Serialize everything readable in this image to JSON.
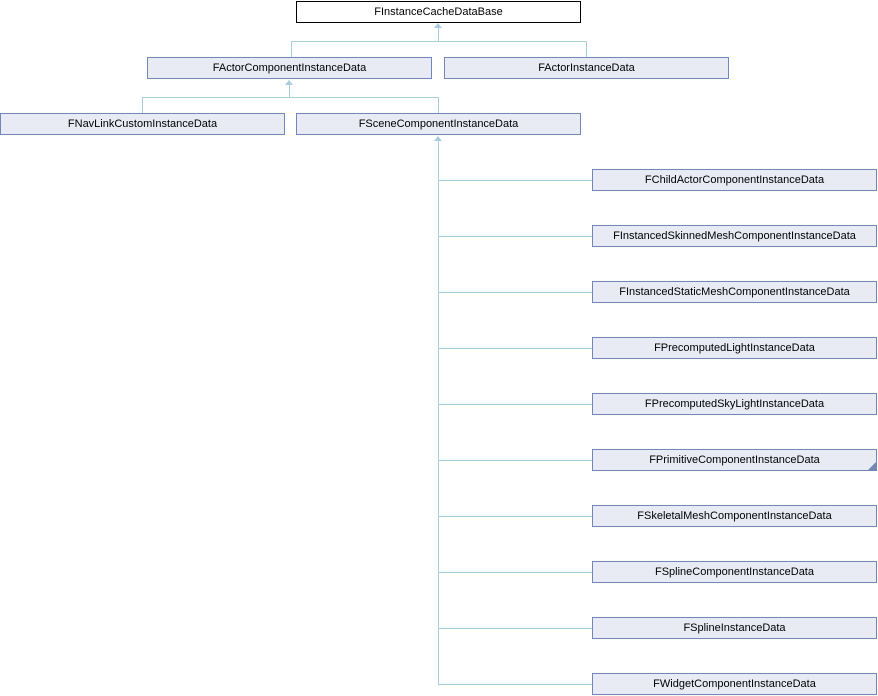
{
  "diagram": {
    "kind": "class-inheritance-graph",
    "root_class": "FInstanceCacheDataBase",
    "colors": {
      "background": "#ffffff",
      "root_node_fill": "#ffffff",
      "root_node_border": "#000000",
      "node_fill": "#e8ebf4",
      "node_border": "#7289b8",
      "edge_line": "#a9cddc",
      "text": "#000000"
    },
    "nodes": [
      {
        "label": "FInstanceCacheDataBase",
        "role": "root"
      },
      {
        "label": "FActorComponentInstanceData",
        "role": "derived"
      },
      {
        "label": "FActorInstanceData",
        "role": "derived"
      },
      {
        "label": "FNavLinkCustomInstanceData",
        "role": "derived"
      },
      {
        "label": "FSceneComponentInstanceData",
        "role": "derived"
      },
      {
        "label": "FChildActorComponentInstanceData",
        "role": "derived"
      },
      {
        "label": "FInstancedSkinnedMeshComponentInstanceData",
        "role": "derived"
      },
      {
        "label": "FInstancedStaticMeshComponentInstanceData",
        "role": "derived"
      },
      {
        "label": "FPrecomputedLightInstanceData",
        "role": "derived"
      },
      {
        "label": "FPrecomputedSkyLightInstanceData",
        "role": "derived"
      },
      {
        "label": "FPrimitiveComponentInstanceData",
        "role": "derived",
        "has_hidden_subclasses": true
      },
      {
        "label": "FSkeletalMeshComponentInstanceData",
        "role": "derived"
      },
      {
        "label": "FSplineComponentInstanceData",
        "role": "derived"
      },
      {
        "label": "FSplineInstanceData",
        "role": "derived"
      },
      {
        "label": "FWidgetComponentInstanceData",
        "role": "derived"
      }
    ],
    "edges": [
      {
        "parent": "FInstanceCacheDataBase",
        "child": "FActorComponentInstanceData"
      },
      {
        "parent": "FInstanceCacheDataBase",
        "child": "FActorInstanceData"
      },
      {
        "parent": "FActorComponentInstanceData",
        "child": "FNavLinkCustomInstanceData"
      },
      {
        "parent": "FActorComponentInstanceData",
        "child": "FSceneComponentInstanceData"
      },
      {
        "parent": "FSceneComponentInstanceData",
        "child": "FChildActorComponentInstanceData"
      },
      {
        "parent": "FSceneComponentInstanceData",
        "child": "FInstancedSkinnedMeshComponentInstanceData"
      },
      {
        "parent": "FSceneComponentInstanceData",
        "child": "FInstancedStaticMeshComponentInstanceData"
      },
      {
        "parent": "FSceneComponentInstanceData",
        "child": "FPrecomputedLightInstanceData"
      },
      {
        "parent": "FSceneComponentInstanceData",
        "child": "FPrecomputedSkyLightInstanceData"
      },
      {
        "parent": "FSceneComponentInstanceData",
        "child": "FPrimitiveComponentInstanceData"
      },
      {
        "parent": "FSceneComponentInstanceData",
        "child": "FSkeletalMeshComponentInstanceData"
      },
      {
        "parent": "FSceneComponentInstanceData",
        "child": "FSplineComponentInstanceData"
      },
      {
        "parent": "FSceneComponentInstanceData",
        "child": "FSplineInstanceData"
      },
      {
        "parent": "FSceneComponentInstanceData",
        "child": "FWidgetComponentInstanceData"
      }
    ]
  }
}
